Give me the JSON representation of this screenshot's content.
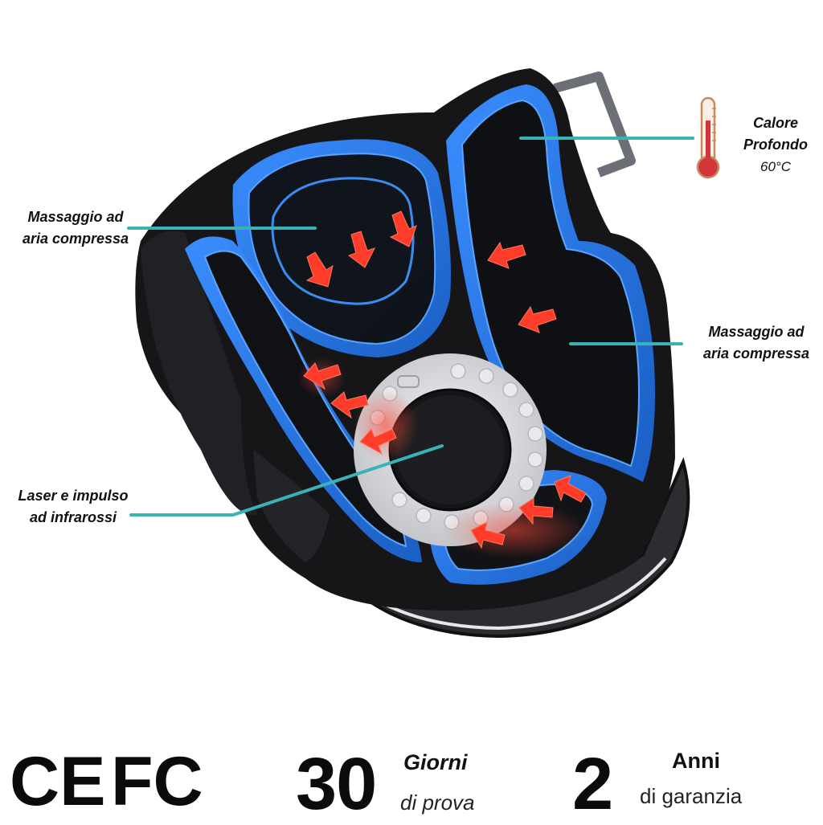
{
  "callouts": {
    "heat": {
      "title_line1": "Calore",
      "title_line2": "Profondo",
      "detail": "60°C"
    },
    "air_left": {
      "line1": "Massaggio ad",
      "line2": "aria compressa"
    },
    "air_right": {
      "line1": "Massaggio ad",
      "line2": "aria compressa"
    },
    "laser": {
      "line1": "Laser e impulso",
      "line2": "ad infrarossi"
    }
  },
  "certifications": {
    "ce": "CE",
    "fcc": "FC"
  },
  "trial": {
    "number": "30",
    "title": "Giorni",
    "subtitle": "di prova"
  },
  "warranty": {
    "number": "2",
    "title": "Anni",
    "subtitle": "di garanzia"
  },
  "colors": {
    "callout_line": "#3bb3b4",
    "padding_blue": "#1f6fd6",
    "padding_dark": "#141416",
    "heat_arrow": "#ff3b2a",
    "thermometer_red": "#d2353a"
  },
  "icons": [
    "thermometer-icon",
    "heat-arrow-icon",
    "ce-mark-icon",
    "fcc-mark-icon"
  ]
}
